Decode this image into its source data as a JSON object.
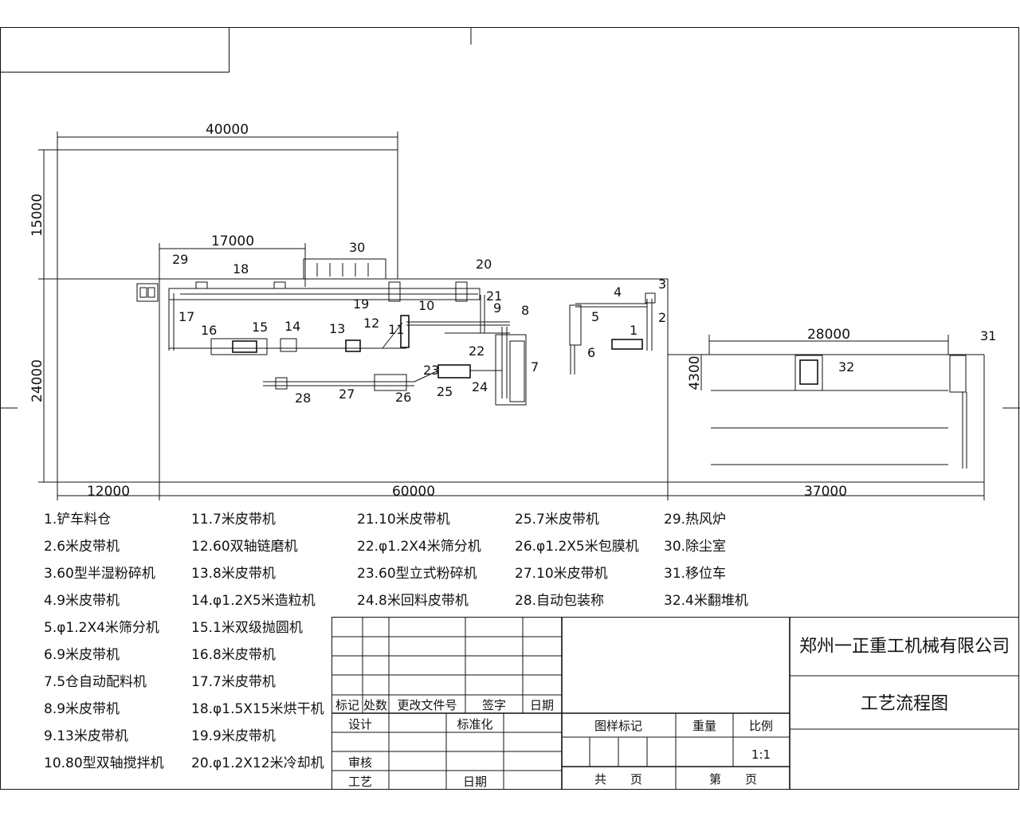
{
  "dimensions": {
    "top_width": "40000",
    "left_upper_height": "15000",
    "left_lower_height": "24000",
    "dryer_length": "17000",
    "bottom_left": "12000",
    "bottom_middle": "60000",
    "bottom_right": "37000",
    "turner_span": "28000",
    "turner_height": "4300"
  },
  "equipment_numbers": [
    "1",
    "2",
    "3",
    "4",
    "5",
    "6",
    "7",
    "8",
    "9",
    "10",
    "11",
    "12",
    "13",
    "14",
    "15",
    "16",
    "17",
    "18",
    "19",
    "20",
    "21",
    "22",
    "23",
    "24",
    "25",
    "26",
    "27",
    "28",
    "29",
    "30",
    "31",
    "32"
  ],
  "legend": [
    "1.铲车料仓",
    "2.6米皮带机",
    "3.60型半湿粉碎机",
    "4.9米皮带机",
    "5.φ1.2X4米筛分机",
    "6.9米皮带机",
    "7.5仓自动配料机",
    "8.9米皮带机",
    "9.13米皮带机",
    "10.80型双轴搅拌机",
    "11.7米皮带机",
    "12.60双轴链磨机",
    "13.8米皮带机",
    "14.φ1.2X5米造粒机",
    "15.1米双级抛圆机",
    "16.8米皮带机",
    "17.7米皮带机",
    "18.φ1.5X15米烘干机",
    "19.9米皮带机",
    "20.φ1.2X12米冷却机",
    "21.10米皮带机",
    "22.φ1.2X4米筛分机",
    "23.60型立式粉碎机",
    "24.8米回料皮带机",
    "25.7米皮带机",
    "26.φ1.2X5米包膜机",
    "27.10米皮带机",
    "28.自动包装称",
    "29.热风炉",
    "30.除尘室",
    "31.移位车",
    "32.4米翻堆机"
  ],
  "title_block": {
    "mark": "标记",
    "count": "处数",
    "change_doc": "更改文件号",
    "signature": "签字",
    "date": "日期",
    "design": "设计",
    "standardization": "标准化",
    "review": "审核",
    "process": "工艺",
    "date2": "日期",
    "drawing_mark": "图样标记",
    "weight": "重量",
    "scale": "比例",
    "scale_value": "1:1",
    "total_pages": "共　　页",
    "page_no": "第　　页",
    "company": "郑州一正重工机械有限公司",
    "drawing_title": "工艺流程图"
  }
}
